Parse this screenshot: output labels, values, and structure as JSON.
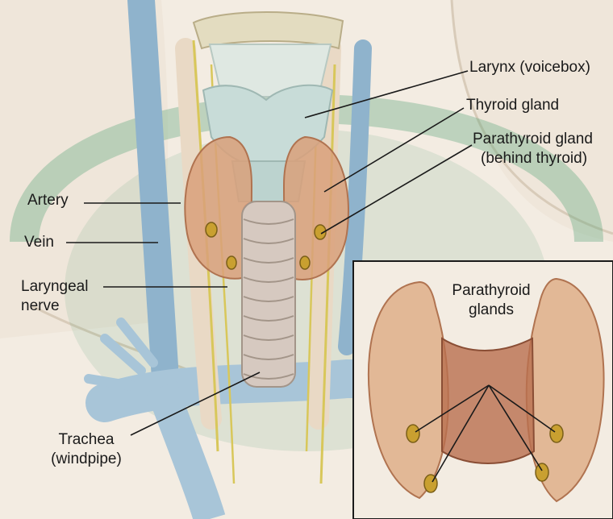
{
  "labels": {
    "larynx": "Larynx (voicebox)",
    "thyroid": "Thyroid gland",
    "parathyroid_line1": "Parathyroid gland",
    "parathyroid_line2": "(behind thyroid)",
    "artery": "Artery",
    "vein": "Vein",
    "laryngeal_line1": "Laryngeal",
    "laryngeal_line2": "nerve",
    "trachea_line1": "Trachea",
    "trachea_line2": "(windpipe)"
  },
  "inset": {
    "label_line1": "Parathyroid",
    "label_line2": "glands"
  },
  "colors": {
    "background": "#f4efe6",
    "watermark": "#2e8b57",
    "vein": "#8fb3cc",
    "thyroid": "#d9a07a",
    "cartilage": "#bcd3cf",
    "nerve": "#d8c75a",
    "parathyroid": "#c9a030"
  }
}
